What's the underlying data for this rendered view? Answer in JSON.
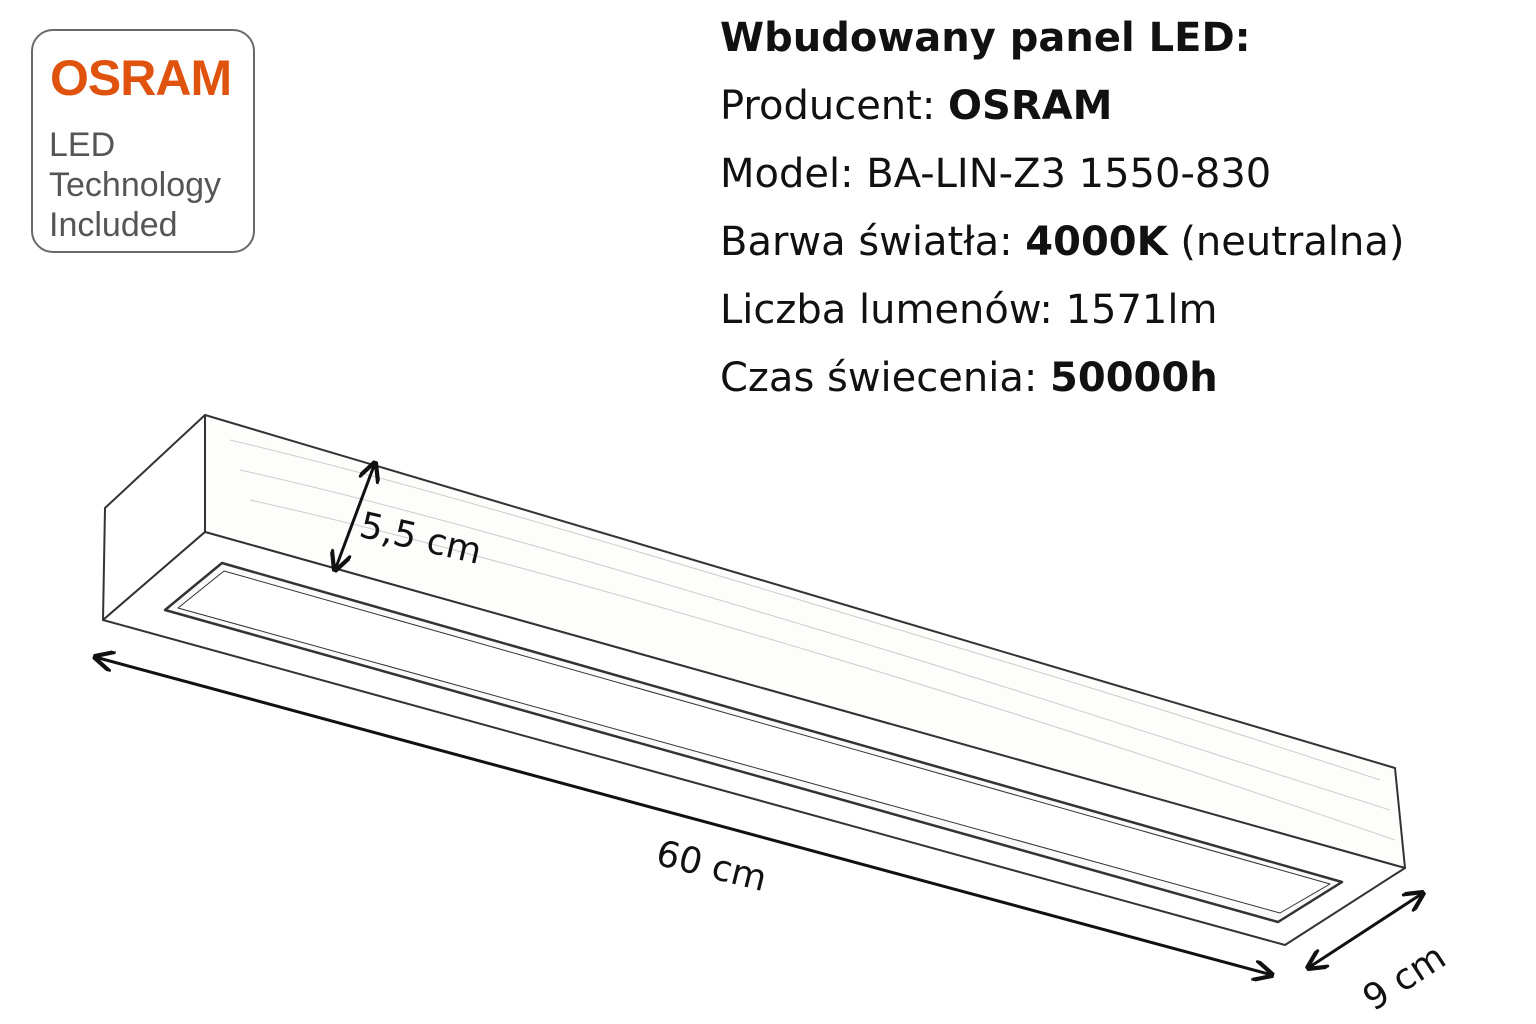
{
  "logo": {
    "brand": "OSRAM",
    "line1": "LED",
    "line2": "Technology",
    "line3": "Included"
  },
  "specs": {
    "title": "Wbudowany panel LED:",
    "producer_label": "Producent: ",
    "producer_value": "OSRAM",
    "model_label": "Model: BA-LIN-Z3 1550-830",
    "color_label": "Barwa światła: ",
    "color_value": "4000K",
    "color_note": " (neutralna)",
    "lumens_label": "Liczba lumenów: 1571lm",
    "life_label": "Czas świecenia: ",
    "life_value": "50000h"
  },
  "dimensions": {
    "height": "5,5 cm",
    "length": "60 cm",
    "width": "9 cm"
  },
  "colors": {
    "brand": "#e0530f"
  }
}
